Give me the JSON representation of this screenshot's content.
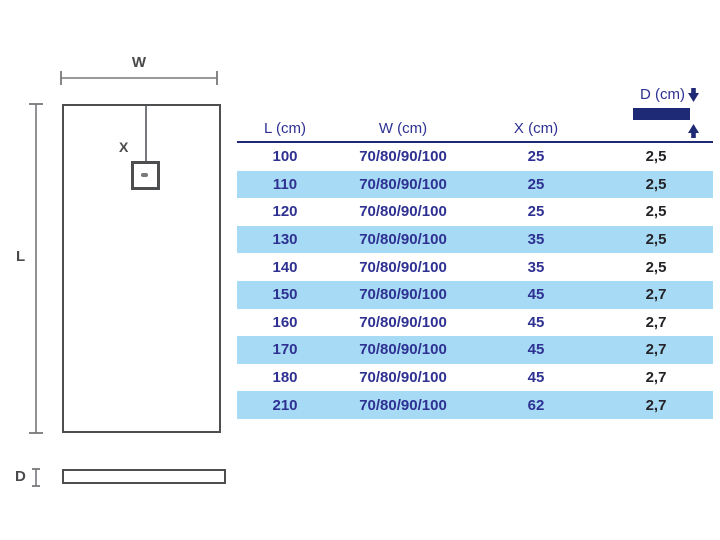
{
  "diagram": {
    "width_label": "W",
    "length_label": "L",
    "drain_label": "X",
    "depth_label": "D"
  },
  "table": {
    "headers": [
      "L (cm)",
      "W (cm)",
      "X (cm)",
      "D (cm)"
    ],
    "rows": [
      [
        "100",
        "70/80/90/100",
        "25",
        "2,5"
      ],
      [
        "110",
        "70/80/90/100",
        "25",
        "2,5"
      ],
      [
        "120",
        "70/80/90/100",
        "25",
        "2,5"
      ],
      [
        "130",
        "70/80/90/100",
        "35",
        "2,5"
      ],
      [
        "140",
        "70/80/90/100",
        "35",
        "2,5"
      ],
      [
        "150",
        "70/80/90/100",
        "45",
        "2,7"
      ],
      [
        "160",
        "70/80/90/100",
        "45",
        "2,7"
      ],
      [
        "170",
        "70/80/90/100",
        "45",
        "2,7"
      ],
      [
        "180",
        "70/80/90/100",
        "45",
        "2,7"
      ],
      [
        "210",
        "70/80/90/100",
        "62",
        "2,7"
      ]
    ]
  },
  "colors": {
    "navy": "#2e3192",
    "bar_navy": "#1f2a76",
    "row_blue": "#a7daf4",
    "dark_text": "#232327",
    "line_gray": "#77787b",
    "border_gray": "#4d4e50",
    "label_gray": "#4a4a4c"
  }
}
